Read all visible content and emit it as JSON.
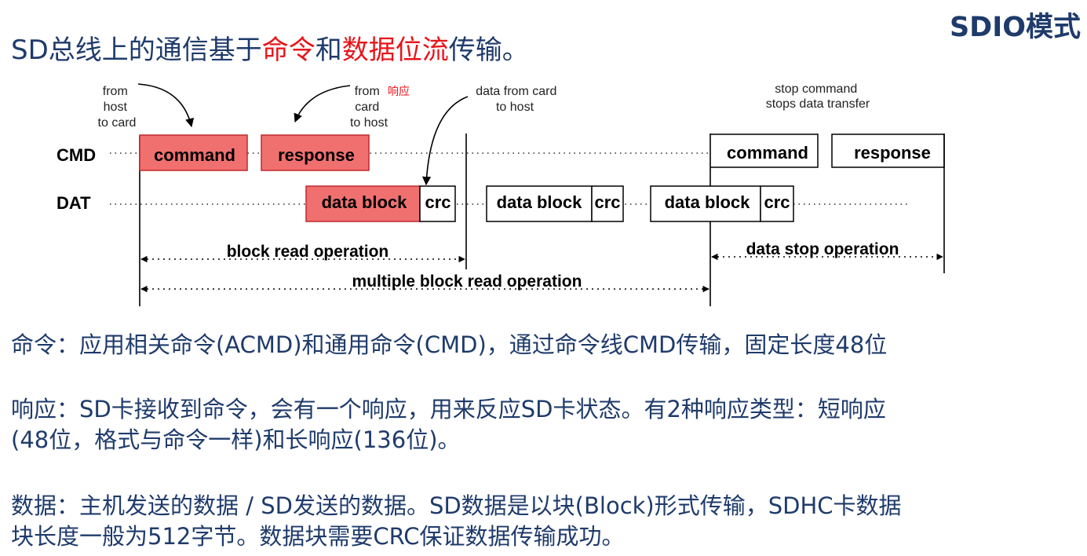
{
  "title": "SDIO模式",
  "headline": {
    "prefix": "SD总线上的通信基于",
    "highlight_1": "命令",
    "middle": "和",
    "highlight_2": "数据位流",
    "suffix": "传输。"
  },
  "diagram": {
    "notes": {
      "host_to_card": [
        "from",
        "host",
        "to card"
      ],
      "card_to_host": [
        "from",
        "card",
        "to host"
      ],
      "card_to_host_tag": "响应",
      "data_from_card": [
        "data from card",
        "to host"
      ],
      "stop_command": [
        "stop command",
        "stops data transfer"
      ]
    },
    "signals": {
      "cmd": "CMD",
      "dat": "DAT"
    },
    "cmd_boxes": {
      "command_1": "command",
      "response_1": "response",
      "command_2": "command",
      "response_2": "response"
    },
    "dat_boxes": [
      {
        "data": "data block",
        "crc": "crc"
      },
      {
        "data": "data block",
        "crc": "crc"
      },
      {
        "data": "data block",
        "crc": "crc"
      }
    ],
    "operations": {
      "block_read": "block read operation",
      "data_stop": "data stop operation",
      "multiple_block_read": "multiple block read operation"
    },
    "colors": {
      "highlight_fill": "#f07070",
      "highlight_stroke": "#c0282c"
    }
  },
  "paragraphs": {
    "command": [
      "命令：应用相关命令(ACMD)和通用命令(CMD)，通过命令线CMD传输，固定长度48位"
    ],
    "response": [
      "响应：SD卡接收到命令，会有一个响应，用来反应SD卡状态。有2种响应类型：短响应",
      "(48位，格式与命令一样)和长响应(136位)。"
    ],
    "data": [
      "数据：主机发送的数据 / SD发送的数据。SD数据是以块(Block)形式传输，SDHC卡数据",
      "块长度一般为512字节。数据块需要CRC保证数据传输成功。"
    ]
  },
  "colors": {
    "text_blue": "#1f3b6b",
    "highlight_red": "#e8141b"
  }
}
